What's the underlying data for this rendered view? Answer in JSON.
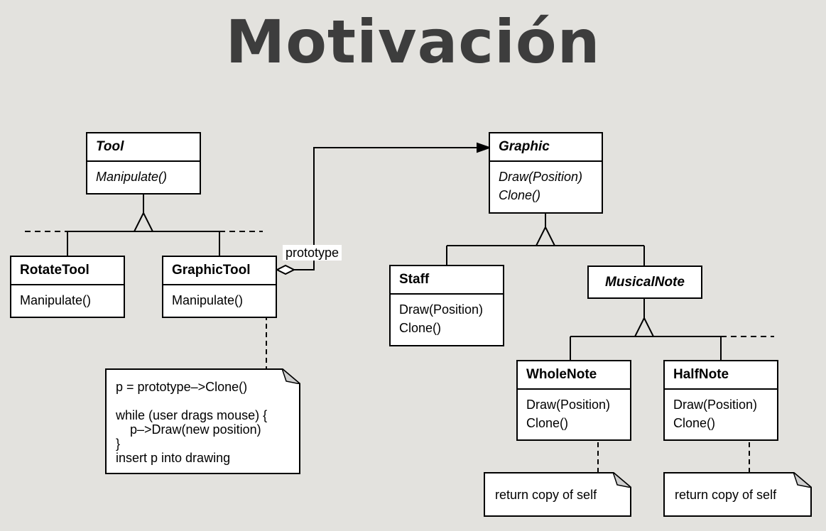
{
  "title": "Motivación",
  "classes": {
    "tool": {
      "name": "Tool",
      "ops": [
        "Manipulate()"
      ]
    },
    "rotate_tool": {
      "name": "RotateTool",
      "ops": [
        "Manipulate()"
      ]
    },
    "graphic_tool": {
      "name": "GraphicTool",
      "ops": [
        "Manipulate()"
      ]
    },
    "graphic": {
      "name": "Graphic",
      "ops": [
        "Draw(Position)",
        "Clone()"
      ]
    },
    "staff": {
      "name": "Staff",
      "ops": [
        "Draw(Position)",
        "Clone()"
      ]
    },
    "musical_note": {
      "name": "MusicalNote",
      "ops": []
    },
    "whole_note": {
      "name": "WholeNote",
      "ops": [
        "Draw(Position)",
        "Clone()"
      ]
    },
    "half_note": {
      "name": "HalfNote",
      "ops": [
        "Draw(Position)",
        "Clone()"
      ]
    }
  },
  "association_label": "prototype",
  "notes": {
    "graphic_tool_note": {
      "lines": [
        "p = prototype–>Clone()",
        "while (user drags mouse) {",
        "    p–>Draw(new position)",
        "}",
        "insert p into drawing"
      ]
    },
    "whole_note_note": {
      "lines": [
        "return copy of self"
      ]
    },
    "half_note_note": {
      "lines": [
        "return copy of self"
      ]
    }
  }
}
